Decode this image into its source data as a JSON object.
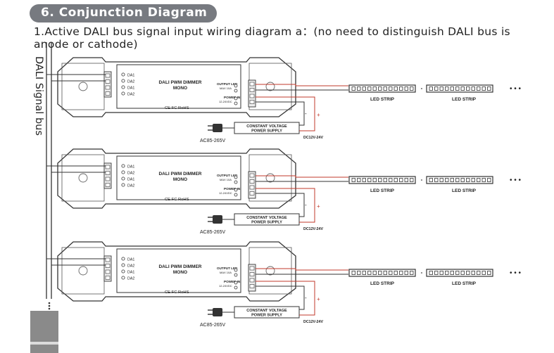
{
  "header": {
    "title": "6. Conjunction Diagram"
  },
  "intro_text": "1.Active DALI bus signal input wiring diagram a：(no need to distinguish DALI bus is anode or  cathode)",
  "bus_label": "DALI Signal bus",
  "units": [
    {
      "dimmer_title_1": "DALI PWM DIMMER",
      "dimmer_title_2": "MONO",
      "cert": "CE FC RoHS",
      "terminals": [
        "DA1",
        "DA2",
        "DA1",
        "DA2"
      ],
      "output_label": "OUTPUT LED",
      "max_label": "MAX 10A",
      "power_label": "POWER IN",
      "power_volt": "12-24VDC",
      "psu_line1": "CONSTANT VOLTAGE",
      "psu_line2": "POWER SUPPLY",
      "ac_label": "AC85-265V",
      "dc_label": "DC12V-24V",
      "led_strip_1": "LED STRIP",
      "led_strip_2": "LED STRIP"
    },
    {
      "dimmer_title_1": "DALI PWM DIMMER",
      "dimmer_title_2": "MONO",
      "cert": "CE FC RoHS",
      "terminals": [
        "DA1",
        "DA2",
        "DA1",
        "DA2"
      ],
      "output_label": "OUTPUT LED",
      "max_label": "MAX 10A",
      "power_label": "POWER IN",
      "power_volt": "12-24VDC",
      "psu_line1": "CONSTANT VOLTAGE",
      "psu_line2": "POWER SUPPLY",
      "ac_label": "AC85-265V",
      "dc_label": "DC12V-24V",
      "led_strip_1": "LED STRIP",
      "led_strip_2": "LED STRIP"
    },
    {
      "dimmer_title_1": "DALI PWM DIMMER",
      "dimmer_title_2": "MONO",
      "cert": "CE FC RoHS",
      "terminals": [
        "DA1",
        "DA2",
        "DA1",
        "DA2"
      ],
      "output_label": "OUTPUT LED",
      "max_label": "MAX 10A",
      "power_label": "POWER IN",
      "power_volt": "12-24VDC",
      "psu_line1": "CONSTANT VOLTAGE",
      "psu_line2": "POWER SUPPLY",
      "ac_label": "AC85-265V",
      "dc_label": "DC12V-24V",
      "led_strip_1": "LED STRIP",
      "led_strip_2": "LED STRIP"
    }
  ],
  "signs": {
    "minus": "-",
    "plus": "+",
    "ellipsis": "• • •",
    "bus_dots": "•\n•\n•"
  },
  "colors": {
    "header_bg": "#777a80",
    "wire_red": "#c0392b",
    "line": "#333333"
  }
}
